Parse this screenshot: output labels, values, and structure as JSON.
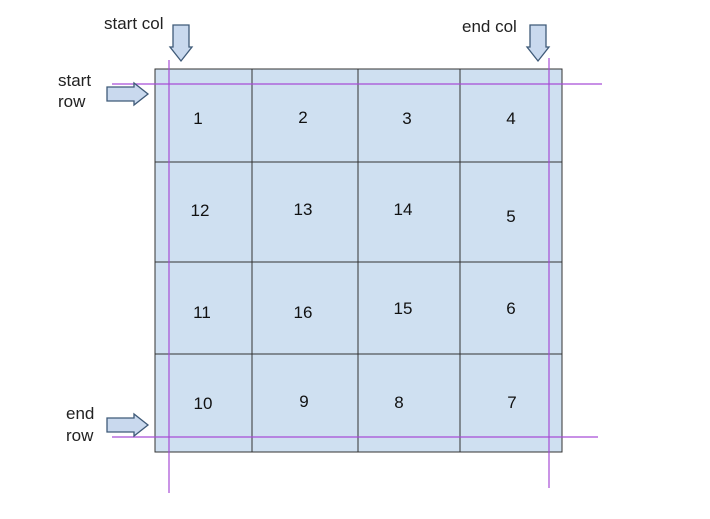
{
  "labels": {
    "start_col": "start col",
    "end_col": "end col",
    "start_row_line1": "start",
    "start_row_line2": "row",
    "end_row_line1": "end",
    "end_row_line2": "row"
  },
  "grid": {
    "rows": [
      [
        "1",
        "2",
        "3",
        "4"
      ],
      [
        "12",
        "13",
        "14",
        "5"
      ],
      [
        "11",
        "16",
        "15",
        "6"
      ],
      [
        "10",
        "9",
        "8",
        "7"
      ]
    ]
  },
  "colors": {
    "cell_fill": "#cfe0f1",
    "grid_line": "#333333",
    "boundary_line": "#a64dd6",
    "arrow_fill": "#c9d9ee",
    "arrow_stroke": "#3f5a78"
  },
  "icons": [
    "arrow-down-icon",
    "arrow-right-icon"
  ]
}
